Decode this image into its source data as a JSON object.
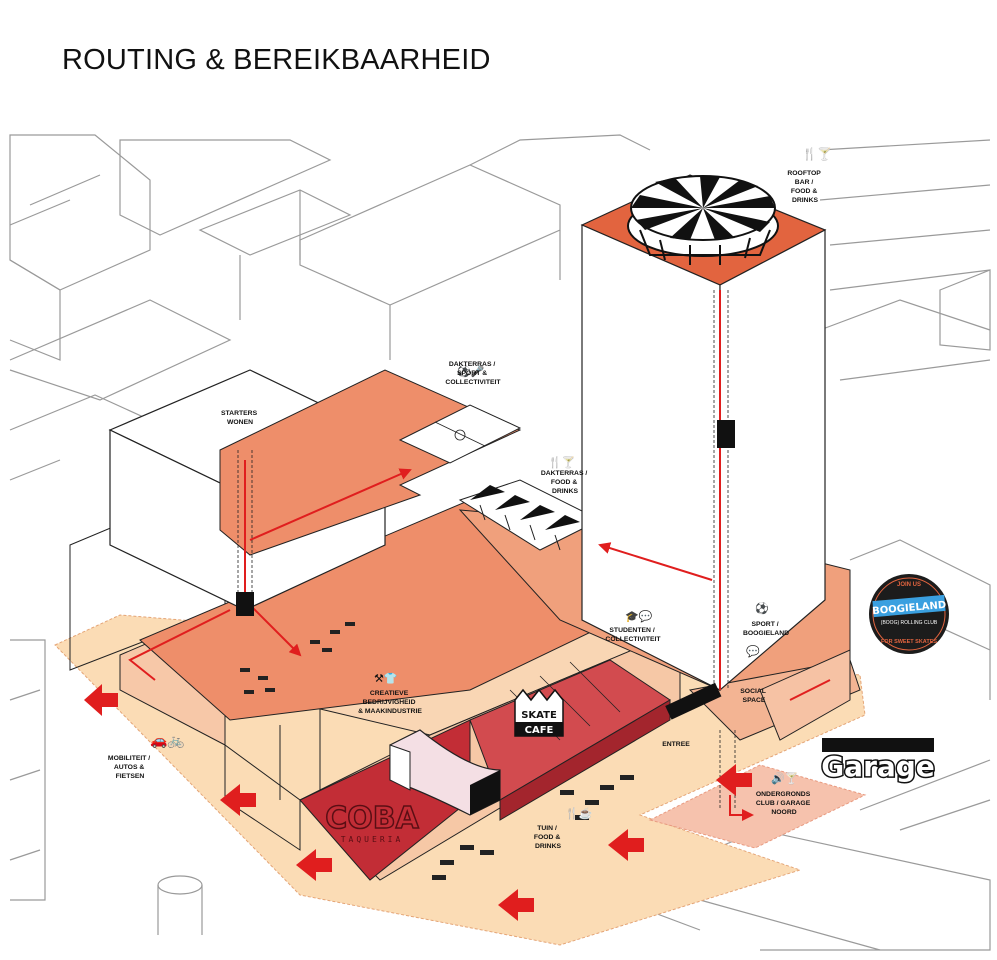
{
  "title": "ROUTING & BEREIKBAARHEID",
  "colors": {
    "orange_dark": "#e2643f",
    "orange_mid": "#ee8e6a",
    "orange_light": "#f3b493",
    "sand": "#fbdcb5",
    "red_dark": "#c22d36",
    "red_mid": "#d24b4f",
    "route_red": "#e01e1e",
    "context_grey": "#9a9a9a"
  },
  "labels": {
    "rooftop": [
      "ROOFTOP",
      "BAR /",
      "FOOD &",
      "DRINKS"
    ],
    "dakterras_sport": [
      "DAKTERRAS /",
      "SPORT &",
      "COLLECTIVITEIT"
    ],
    "starters": [
      "STARTERS",
      "WONEN"
    ],
    "dakterras_food": [
      "DAKTERRAS /",
      "FOOD &",
      "DRINKS"
    ],
    "studenten": [
      "STUDENTEN /",
      "COLLECTIVITEIT"
    ],
    "sport_boogieland": [
      "SPORT /",
      "BOOGIELAND"
    ],
    "social_space": [
      "SOCIAL",
      "SPACE"
    ],
    "creatieve": [
      "CREATIEVE",
      "BEDRIJVIGHEID",
      "& MAAKINDUSTRIE"
    ],
    "mobiliteit": [
      "MOBILITEIT /",
      "AUTOS &",
      "FIETSEN"
    ],
    "entree": "ENTREE",
    "ondergronds": [
      "ONDERGRONDS",
      "CLUB / GARAGE",
      "NOORD"
    ],
    "tuin": [
      "TUIN /",
      "FOOD &",
      "DRINKS"
    ]
  },
  "logos": {
    "skate_cafe": [
      "SKATE",
      "CAFE"
    ],
    "coba": [
      "COBA",
      "TAQUERIA"
    ],
    "garage": "Garage",
    "boogieland": {
      "top": "JOIN US",
      "name": "BOOGIELAND",
      "sub": "(BOOG) ROLLING CLUB",
      "bottom": "FOR SWEET SKATES"
    }
  }
}
